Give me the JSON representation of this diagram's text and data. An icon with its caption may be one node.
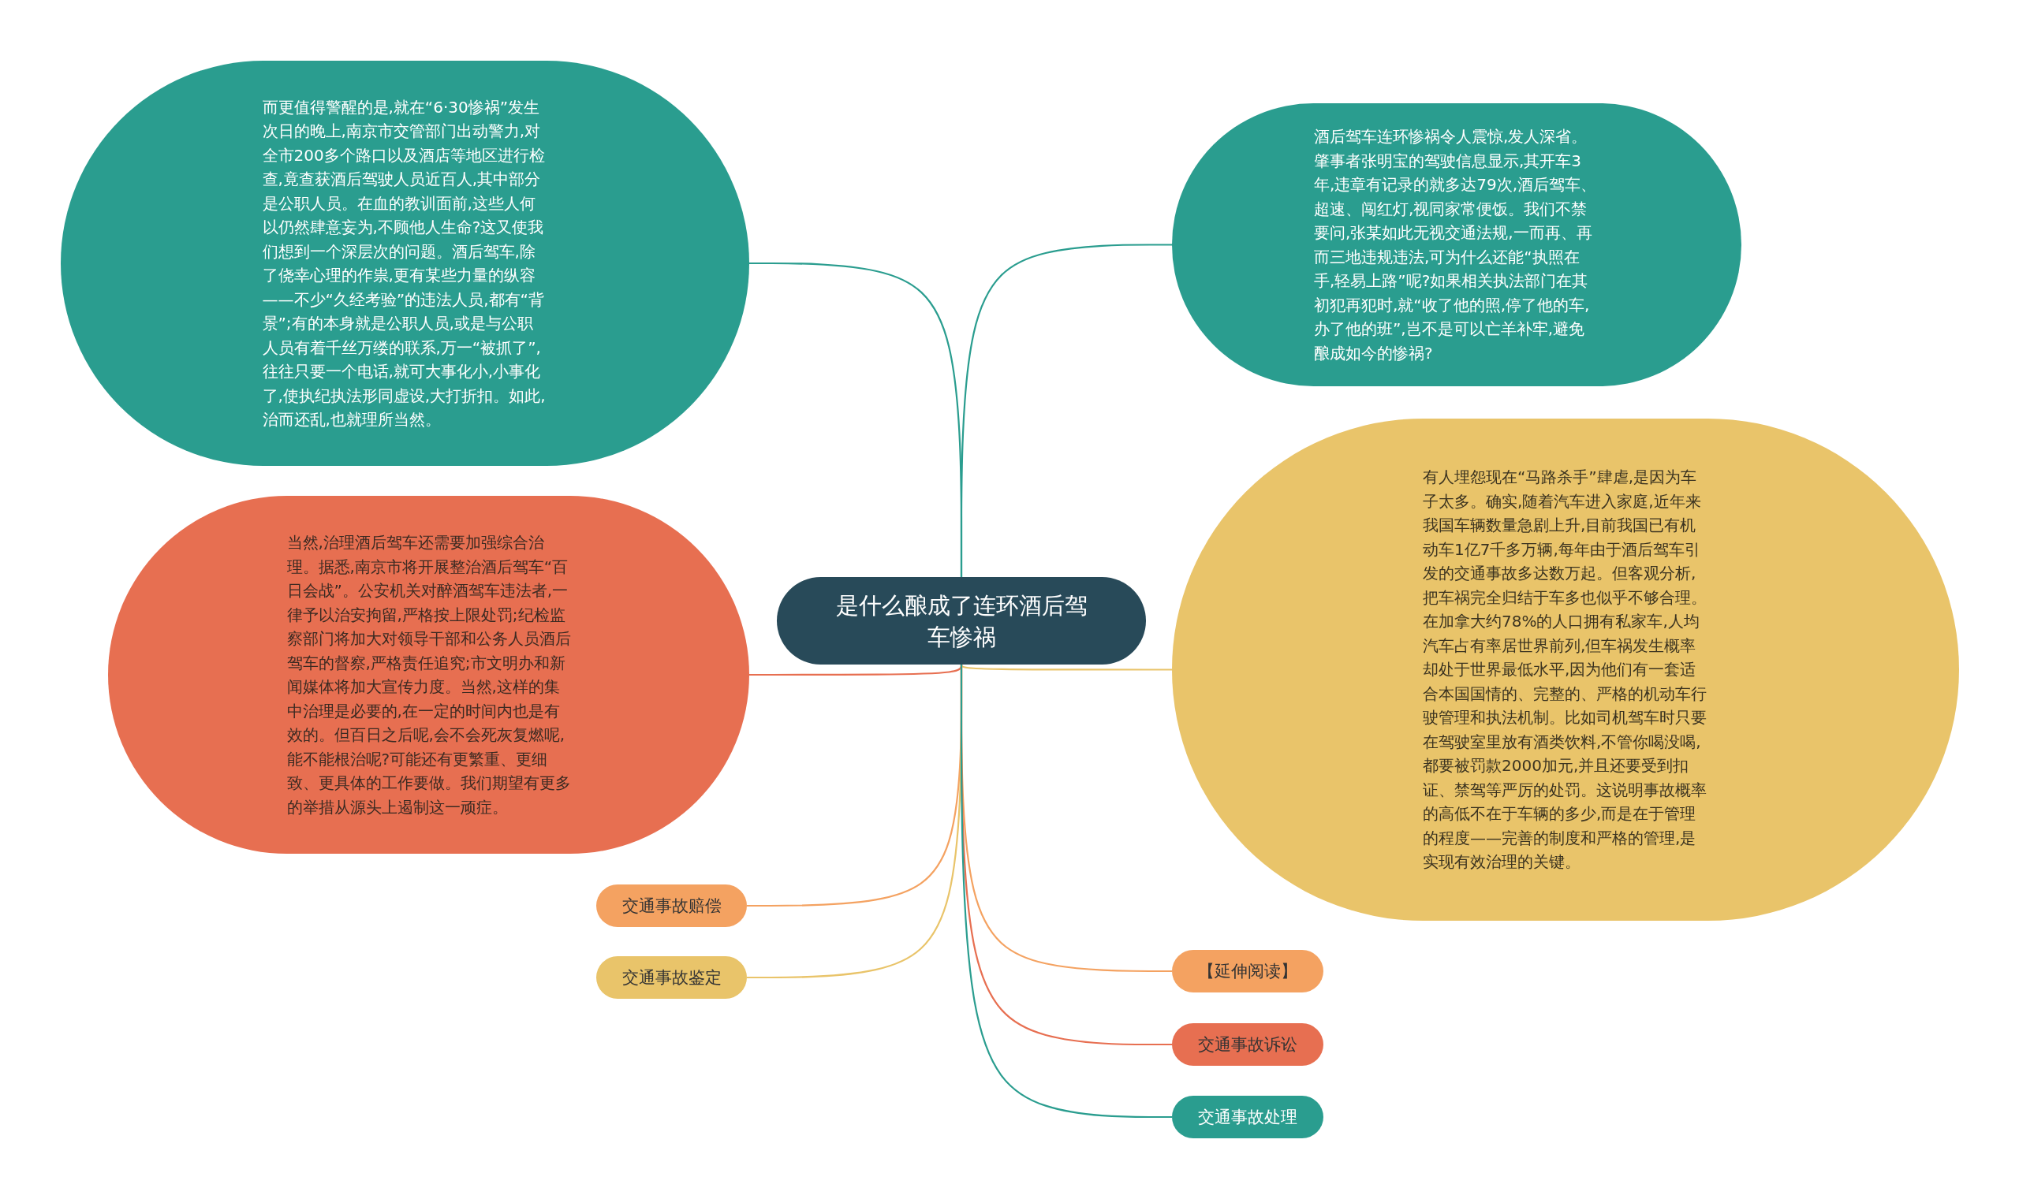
{
  "diagram": {
    "nodes": [
      {
        "text": [
          "是什么酿成了连环酒后驾车惨祸"
        ]
      },
      {
        "text": [
          "而更值得警醒的是,就在“6·30惨祸”发生次日的晚上,南京市交管部门出动警力,对全市200多个路口以及酒店等地区进行检查,竟查获酒后驾驶人员近百人,其中部分是公职人员。在血的教训面前,这些人何以仍然肆意妄为,不顾他人生命?这又使我们想到一个深层次的问题。酒后驾车,除了侥幸心理的作祟,更有某些力量的纵容——不少“久经考验”的违法人员,都有“背景”;有的本身就是公职人员,或是与公职人员有着千丝万缕的联系,万一“被抓了”,往往只要一个电话,就可大事化小,小事化了,使执纪执法形同虚设,大打折扣。如此,治而还乱,也就理所当然。"
        ]
      },
      {
        "text": [
          "酒后驾车连环惨祸令人震惊,发人深省。肇事者张明宝的驾驶信息显示,其开车3年,违章有记录的就多达79次,酒后驾车、超速、闯红灯,视同家常便饭。我们不禁要问,张某如此无视交通法规,一而再、再而三地违规违法,可为什么还能“执照在手,轻易上路”呢?如果相关执法部门在其初犯再犯时,就“收了他的照,停了他的车,办了他的班”,岂不是可以亡羊补牢,避免酿成如今的惨祸?"
        ]
      },
      {
        "text": [
          "当然,治理酒后驾车还需要加强综合治理。据悉,南京市将开展整治酒后驾车“百日会战”。公安机关对醉酒驾车违法者,一律予以治安拘留,严格按上限处罚;纪检监察部门将加大对领导干部和公务人员酒后驾车的督察,严格责任追究;市文明办和新闻媒体将加大宣传力度。当然,这样的集中治理是必要的,在一定的时间内也是有效的。但百日之后呢,会不会死灰复燃呢,能不能根治呢?可能还有更繁重、更细致、更具体的工作要做。我们期望有更多的举措从源头上遏制这一顽症。"
        ]
      },
      {
        "text": [
          "有人埋怨现在“马路杀手”肆虐,是因为车子太多。确实,随着汽车进入家庭,近年来我国车辆数量急剧上升,目前我国已有机动车1亿7千多万辆,每年由于酒后驾车引发的交通事故多达数万起。但客观分析,把车祸完全归结于车多也似乎不够合理。在加拿大约78%的人口拥有私家车,人均汽车占有率居世界前列,但车祸发生概率却处于世界最低水平,因为他们有一套适合本国国情的、完整的、严格的机动车行驶管理和执法机制。比如司机驾车时只要在驾驶室里放有酒类饮料,不管你喝没喝,都要被罚款2000加元,并且还要受到扣证、禁驾等严厉的处罚。这说明事故概率的高低不在于车辆的多少,而是在于管理的程度——完善的制度和严格的管理,是实现有效治理的关键。"
        ]
      },
      {
        "text": [
          "交通事故赔偿"
        ]
      },
      {
        "text": [
          "交通事故鉴定"
        ]
      },
      {
        "text": [
          "【延伸阅读】"
        ]
      },
      {
        "text": [
          "交通事故诉讼"
        ]
      },
      {
        "text": [
          "交通事故处理"
        ]
      }
    ],
    "edges": [
      {
        "from": 0,
        "to": 1,
        "arrow": "none",
        "color": "#2a9d8f"
      },
      {
        "from": 0,
        "to": 2,
        "arrow": "none",
        "color": "#2a9d8f"
      },
      {
        "from": 0,
        "to": 3,
        "arrow": "none",
        "color": "#e76f51"
      },
      {
        "from": 0,
        "to": 4,
        "arrow": "none",
        "color": "#e9c46a"
      },
      {
        "from": 0,
        "to": 5,
        "arrow": "none",
        "color": "#f4a261"
      },
      {
        "from": 0,
        "to": 6,
        "arrow": "none",
        "color": "#e9c46a"
      },
      {
        "from": 0,
        "to": 7,
        "arrow": "none",
        "color": "#f4a261"
      },
      {
        "from": 0,
        "to": 8,
        "arrow": "none",
        "color": "#e76f51"
      },
      {
        "from": 0,
        "to": 9,
        "arrow": "none",
        "color": "#2a9d8f"
      }
    ]
  }
}
